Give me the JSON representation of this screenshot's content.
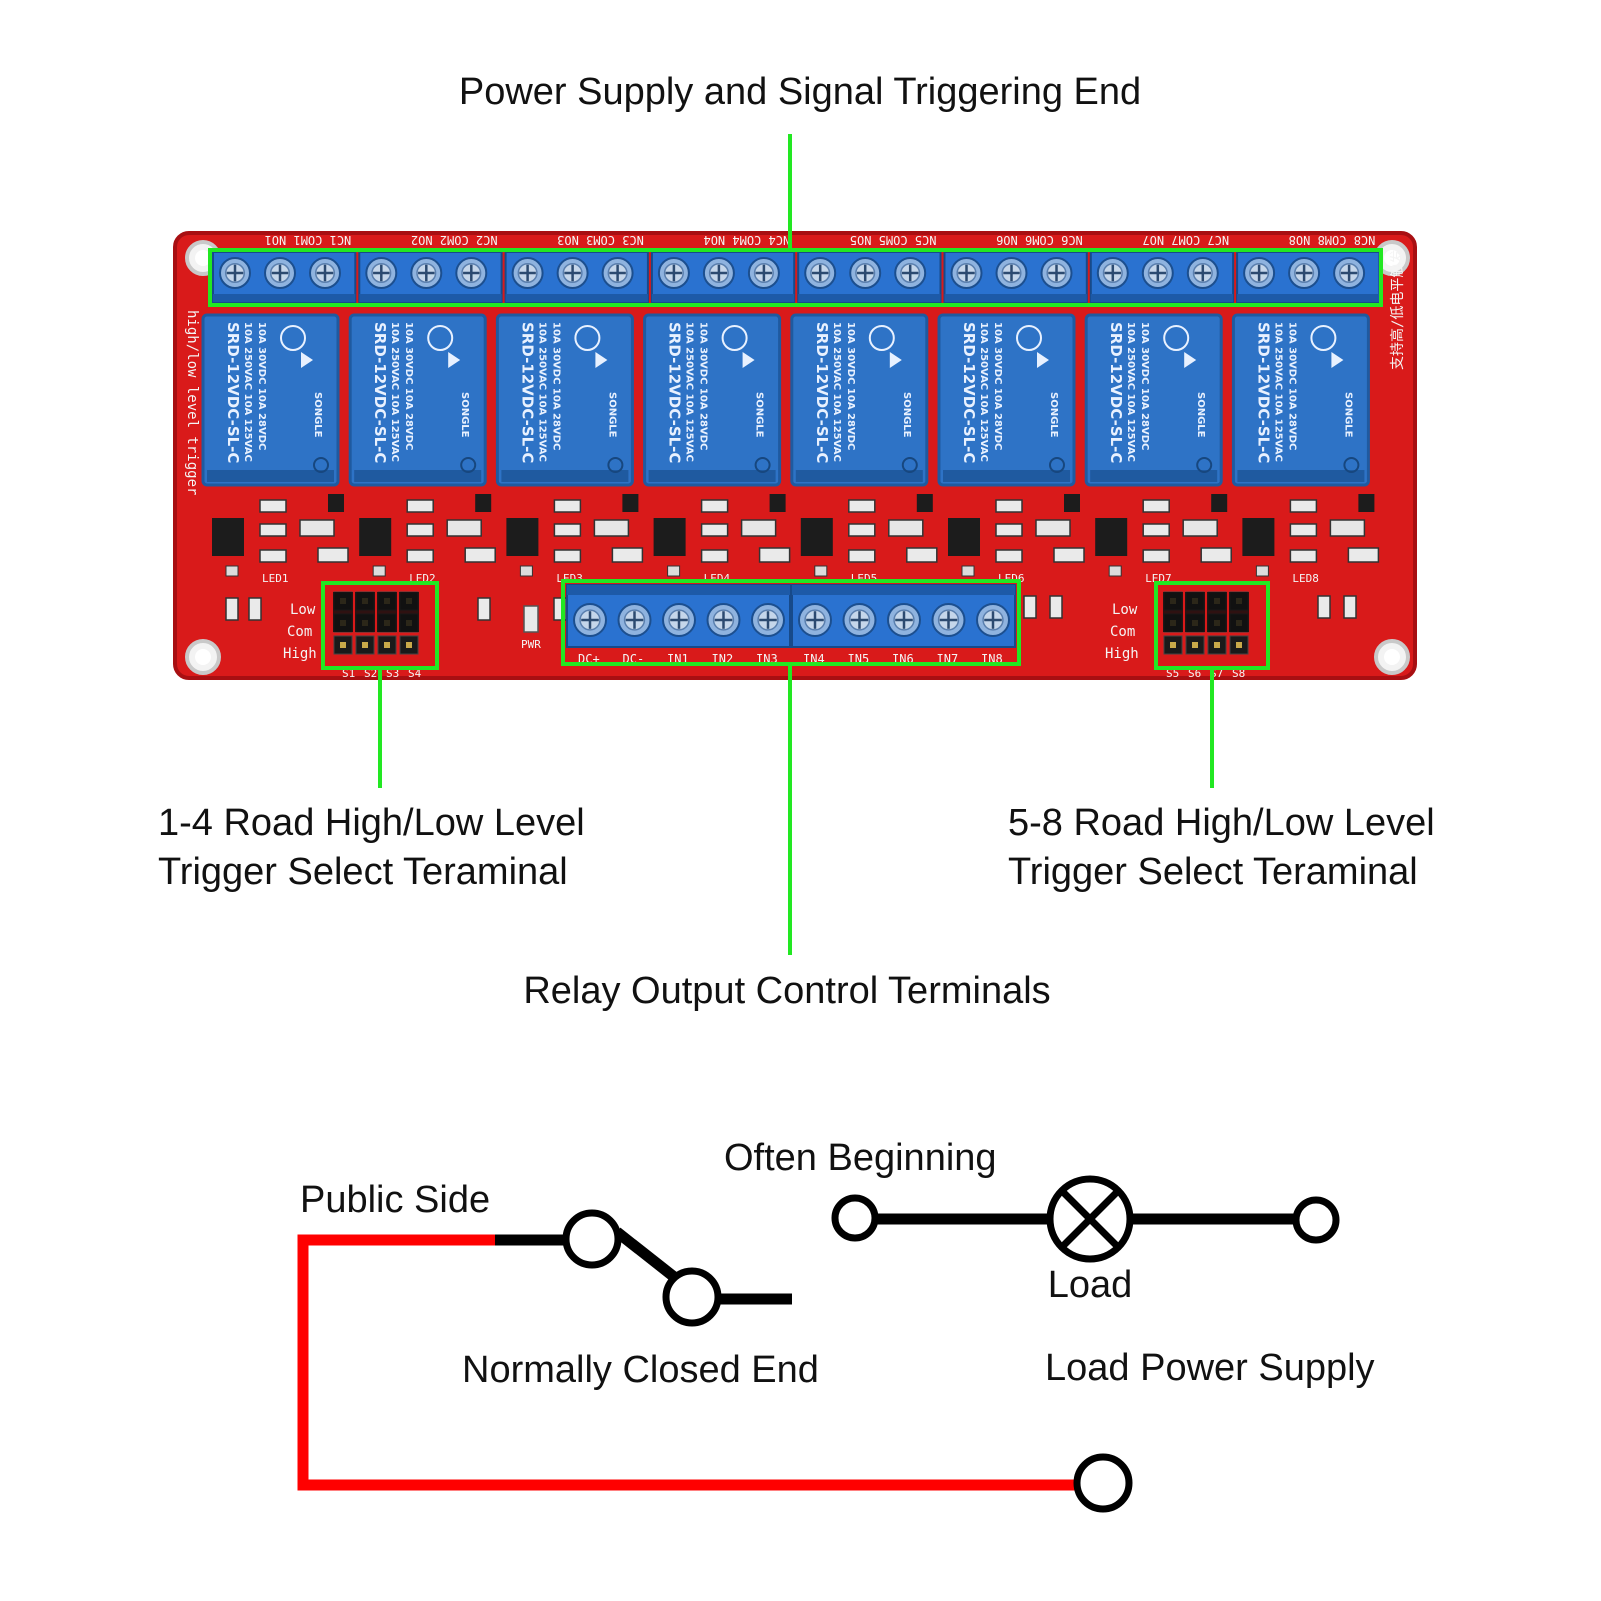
{
  "colors": {
    "board": "#d91a1a",
    "board_edge": "#a80f12",
    "relay": "#2e73c6",
    "relay_dark": "#1f5aa0",
    "terminal": "#2a72d0",
    "highlight": "#22e822",
    "wire_red": "#ff0000",
    "wire_black": "#000000"
  },
  "callouts": {
    "top": "Power Supply and Signal Triggering End",
    "left_line1": "1-4 Road High/Low Level",
    "left_line2": "Trigger Select Teraminal",
    "right_line1": "5-8 Road High/Low Level",
    "right_line2": "Trigger Select Teraminal",
    "bottom": "Relay Output Control Terminals"
  },
  "board": {
    "top_terminal_labels": [
      "NC1 COM1 NO1",
      "NC2 COM2 NO2",
      "NC3 COM3 NO3",
      "NC4 COM4 NO4",
      "NC5 COM5 NO5",
      "NC6 COM6 NO6",
      "NC7 COM7 NO7",
      "NC8 COM8 NO8"
    ],
    "relay_model": "SRD-12VDC-SL-C",
    "relay_brand": "SONGLE",
    "relay_rating1": "10A 250VAC 10A 125VAC",
    "relay_rating2": "10A 30VDC 10A 28VDC",
    "side_text_left": "high/low level trigger",
    "side_text_right": "支持高/低电平触发",
    "led_labels": [
      "LED1",
      "LED2",
      "LED3",
      "LED4",
      "LED5",
      "LED6",
      "LED7",
      "LED8"
    ],
    "jumper_rows": [
      "Low",
      "Com",
      "High"
    ],
    "jumper_left_pins": [
      "S1",
      "S2",
      "S3",
      "S4"
    ],
    "jumper_right_pins": [
      "S5",
      "S6",
      "S7",
      "S8"
    ],
    "pwr_label": "PWR",
    "bottom_terminal_labels": [
      "DC+",
      "DC-",
      "IN1",
      "IN2",
      "IN3",
      "IN4",
      "IN5",
      "IN6",
      "IN7",
      "IN8"
    ]
  },
  "schematic": {
    "public_side": "Public Side",
    "often_beginning": "Often Beginning",
    "load": "Load",
    "normally_closed": "Normally Closed End",
    "load_power_supply": "Load Power Supply"
  }
}
